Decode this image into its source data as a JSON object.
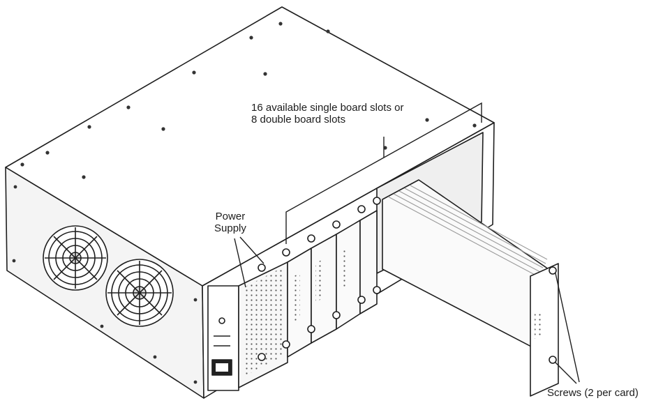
{
  "labels": {
    "slots": [
      "16 available single board slots or",
      "8 double board slots"
    ],
    "power": [
      "Power",
      "Supply"
    ],
    "screws": "Screws (2 per card)"
  },
  "colors": {
    "outline": "#1e1e1e",
    "top_face": "#ffffff",
    "side_face": "#f4f4f4",
    "front_face": "#ffffff",
    "card": "#fafafa",
    "fin": "#d6d6d6"
  },
  "icons": [
    "fan-grille-icon",
    "power-inlet-icon",
    "screw-icon"
  ]
}
